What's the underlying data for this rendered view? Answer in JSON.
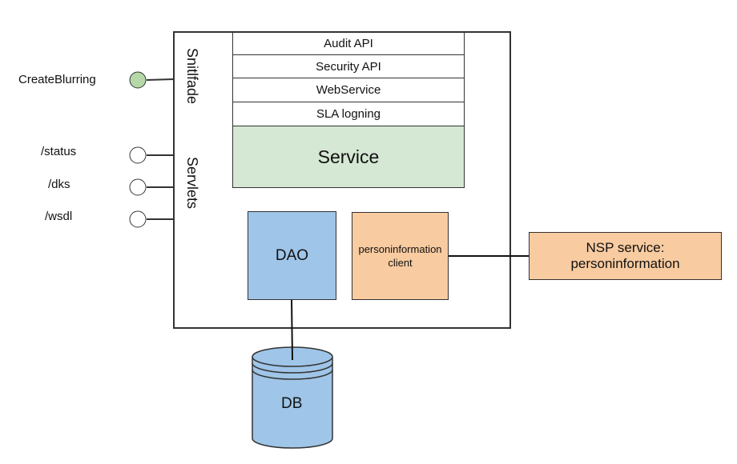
{
  "endpoints": [
    {
      "label": "CreateBlurring",
      "active": true
    },
    {
      "label": "/status",
      "active": false
    },
    {
      "label": "/dks",
      "active": false
    },
    {
      "label": "/wsdl",
      "active": false
    }
  ],
  "container": {
    "snitlfade_label": "Snitlfade",
    "servlets_label": "Servlets"
  },
  "layers": [
    "Audit API",
    "Security API",
    "WebService",
    "SLA logning"
  ],
  "service": {
    "label": "Service"
  },
  "dao": {
    "label": "DAO"
  },
  "client": {
    "label": "personinformation client"
  },
  "nsp": {
    "label": "NSP service: personinformation"
  },
  "db": {
    "label": "DB"
  },
  "colors": {
    "service_fill": "#d5e8d4",
    "dao_fill": "#9fc5e8",
    "client_fill": "#f8cba0",
    "db_fill": "#9fc5e8",
    "endpoint_active": "#b6d7a8",
    "stroke": "#333333"
  }
}
